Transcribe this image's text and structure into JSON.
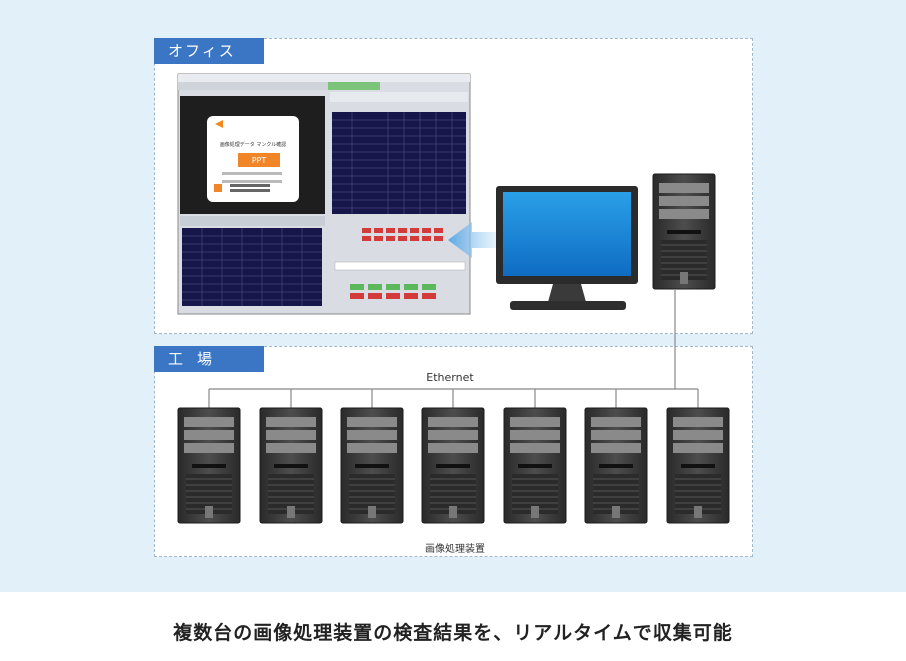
{
  "zones": {
    "office_label": "オフィス",
    "factory_label": "工場"
  },
  "network_label": "Ethernet",
  "device_group_label": "画像処理装置",
  "caption": "複数台の画像処理装置の検査結果を、リアルタイムで収集可能",
  "software_screen": {
    "card_title": "画像処理データ マンクル確認",
    "card_button": "PPT"
  },
  "colors": {
    "background": "#e2f0fa",
    "zone_tag": "#3a76c4",
    "arrow": "#6fb3e8"
  },
  "icons": [
    "server-tower-icon",
    "monitor-icon",
    "software-screenshot"
  ]
}
